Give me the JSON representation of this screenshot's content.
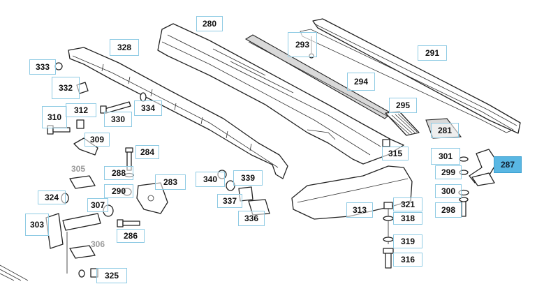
{
  "callouts": [
    {
      "id": "280",
      "label": "280"
    },
    {
      "id": "281",
      "label": "281"
    },
    {
      "id": "283",
      "label": "283"
    },
    {
      "id": "284",
      "label": "284"
    },
    {
      "id": "286",
      "label": "286"
    },
    {
      "id": "287",
      "label": "287"
    },
    {
      "id": "288",
      "label": "288"
    },
    {
      "id": "290",
      "label": "290"
    },
    {
      "id": "291",
      "label": "291"
    },
    {
      "id": "293",
      "label": "293"
    },
    {
      "id": "294",
      "label": "294"
    },
    {
      "id": "295",
      "label": "295"
    },
    {
      "id": "298",
      "label": "298"
    },
    {
      "id": "299",
      "label": "299"
    },
    {
      "id": "300",
      "label": "300"
    },
    {
      "id": "301",
      "label": "301"
    },
    {
      "id": "303",
      "label": "303"
    },
    {
      "id": "305",
      "label": "305"
    },
    {
      "id": "306",
      "label": "306"
    },
    {
      "id": "307",
      "label": "307"
    },
    {
      "id": "309",
      "label": "309"
    },
    {
      "id": "310",
      "label": "310"
    },
    {
      "id": "312",
      "label": "312"
    },
    {
      "id": "313",
      "label": "313"
    },
    {
      "id": "315",
      "label": "315"
    },
    {
      "id": "316",
      "label": "316"
    },
    {
      "id": "318",
      "label": "318"
    },
    {
      "id": "319",
      "label": "319"
    },
    {
      "id": "321",
      "label": "321"
    },
    {
      "id": "324",
      "label": "324"
    },
    {
      "id": "325",
      "label": "325"
    },
    {
      "id": "328",
      "label": "328"
    },
    {
      "id": "330",
      "label": "330"
    },
    {
      "id": "332",
      "label": "332"
    },
    {
      "id": "333",
      "label": "333"
    },
    {
      "id": "334",
      "label": "334"
    },
    {
      "id": "336",
      "label": "336"
    },
    {
      "id": "337",
      "label": "337"
    },
    {
      "id": "339",
      "label": "339"
    },
    {
      "id": "340",
      "label": "340"
    }
  ],
  "highlighted_part": "287",
  "colors": {
    "callout_border": "#8fcbe4",
    "highlight": "#59b7e3",
    "line": "#222222"
  }
}
